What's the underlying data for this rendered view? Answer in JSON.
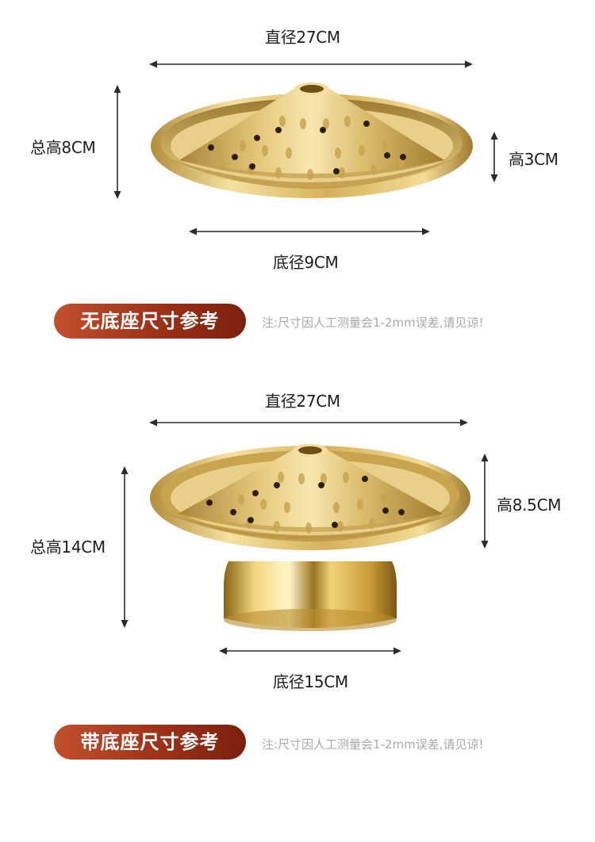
{
  "colors": {
    "pill_start": "#c2502e",
    "pill_end": "#7b200d",
    "gold_light": "#f6e3a2",
    "gold_mid": "#d9b45e",
    "gold_dark": "#8d6a24",
    "arrow": "#2b2b2b",
    "note": "#a9a9a9"
  },
  "section_no_base": {
    "diameter_label": "直径27CM",
    "total_height_label": "总高8CM",
    "height_label": "高3CM",
    "base_diameter_label": "底径9CM",
    "title": "无底座尺寸参考",
    "note": "注:尺寸因人工测量会1-2mm误差,请见谅!",
    "icon": "gold-hotpot-steamer-tray-icon"
  },
  "section_with_base": {
    "diameter_label": "直径27CM",
    "total_height_label": "总高14CM",
    "height_label": "高8.5CM",
    "base_diameter_label": "底径15CM",
    "title": "带底座尺寸参考",
    "note": "注:尺寸因人工测量会1-2mm误差,请见谅!",
    "icon": "gold-hotpot-steamer-with-base-icon"
  }
}
